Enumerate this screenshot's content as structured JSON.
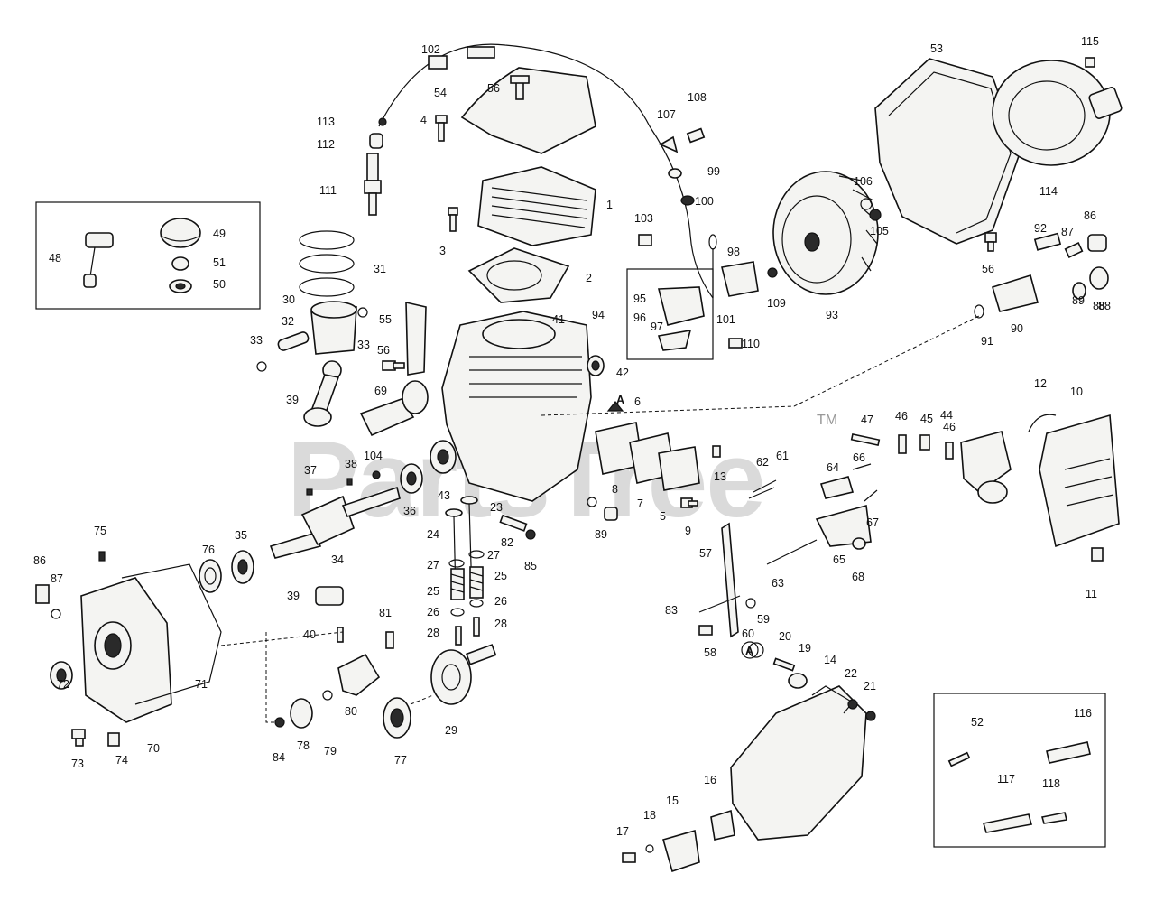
{
  "watermark": {
    "brand": "PartsTree",
    "trademark": "TM"
  },
  "callouts": [
    "1",
    "2",
    "3",
    "4",
    "5",
    "6",
    "7",
    "8",
    "9",
    "10",
    "11",
    "12",
    "13",
    "14",
    "15",
    "16",
    "17",
    "18",
    "19",
    "20",
    "21",
    "22",
    "23",
    "24",
    "25",
    "25",
    "26",
    "26",
    "27",
    "27",
    "28",
    "28",
    "29",
    "30",
    "31",
    "32",
    "33",
    "33",
    "34",
    "35",
    "36",
    "37",
    "38",
    "39",
    "39",
    "40",
    "41",
    "42",
    "43",
    "44",
    "45",
    "46",
    "46",
    "47",
    "48",
    "49",
    "50",
    "51",
    "52",
    "53",
    "54",
    "55",
    "56",
    "56",
    "56",
    "57",
    "58",
    "59",
    "60",
    "61",
    "62",
    "63",
    "64",
    "65",
    "66",
    "67",
    "68",
    "69",
    "70",
    "71",
    "72",
    "73",
    "74",
    "75",
    "76",
    "77",
    "78",
    "79",
    "80",
    "81",
    "82",
    "83",
    "84",
    "85",
    "86",
    "86",
    "87",
    "87",
    "88",
    "88",
    "89",
    "89",
    "90",
    "91",
    "92",
    "93",
    "94",
    "95",
    "96",
    "97",
    "98",
    "99",
    "100",
    "101",
    "102",
    "103",
    "104",
    "105",
    "106",
    "107",
    "108",
    "109",
    "110",
    "111",
    "112",
    "113",
    "114",
    "115",
    "116",
    "117",
    "118"
  ],
  "reference_marks": [
    "A",
    "A"
  ],
  "colors": {
    "ink": "#111111",
    "watermark": "#bdbdbd",
    "background": "#ffffff"
  }
}
